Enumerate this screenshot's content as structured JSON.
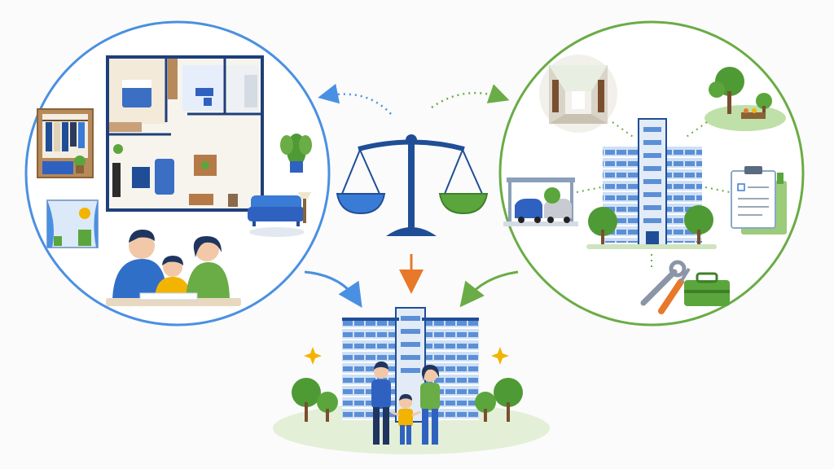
{
  "scene": {
    "left_panel": "private-unit-floorplan-family",
    "right_panel": "shared-building-facilities",
    "center": "balance-scale",
    "bottom": "apartment-building-with-family"
  },
  "colors": {
    "background": "#fbfbfb",
    "blue_ring": "#4a90e2",
    "green_ring": "#6aac45",
    "navy": "#1f4e96",
    "blue": "#3a7bd5",
    "green": "#5aa63c",
    "orange": "#e8782a",
    "gold": "#f2b400"
  }
}
